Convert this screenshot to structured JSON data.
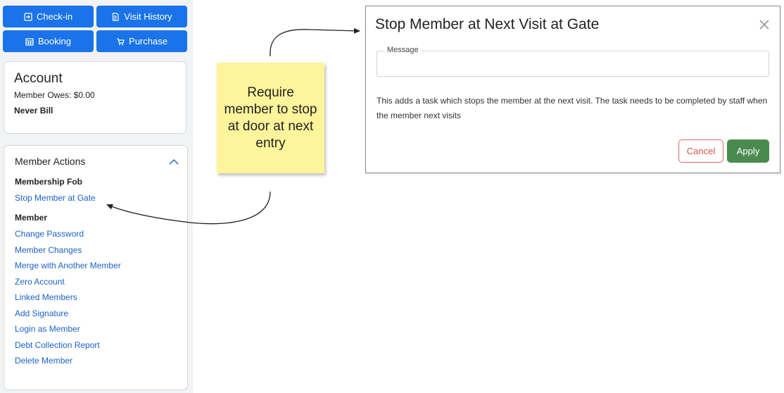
{
  "top_buttons": {
    "checkin": "Check-in",
    "visit_history": "Visit History",
    "booking": "Booking",
    "purchase": "Purchase"
  },
  "account": {
    "title": "Account",
    "owes": "Member Owes: $0.00",
    "billing": "Never Bill"
  },
  "member_actions": {
    "title": "Member Actions",
    "section_fob": "Membership Fob",
    "fob_items": [
      "Stop Member at Gate"
    ],
    "section_member": "Member",
    "member_items": [
      "Change Password",
      "Member Changes",
      "Merge with Another Member",
      "Zero Account",
      "Linked Members",
      "Add Signature",
      "Login as Member",
      "Debt Collection Report",
      "Delete Member"
    ]
  },
  "sticky_note": {
    "text": "Require member to stop at door at next entry"
  },
  "dialog": {
    "title": "Stop Member at Next Visit at Gate",
    "message_label": "Message",
    "message_value": "",
    "description": "This adds a task which stops the member at the next visit. The task needs to be completed by staff when the member next visits",
    "cancel_label": "Cancel",
    "apply_label": "Apply"
  },
  "colors": {
    "primary_blue": "#1a73e8",
    "link_blue": "#1a62c7",
    "sticky_yellow": "#fdf49b",
    "apply_green": "#4a8a4e",
    "cancel_red": "#d9534f"
  }
}
